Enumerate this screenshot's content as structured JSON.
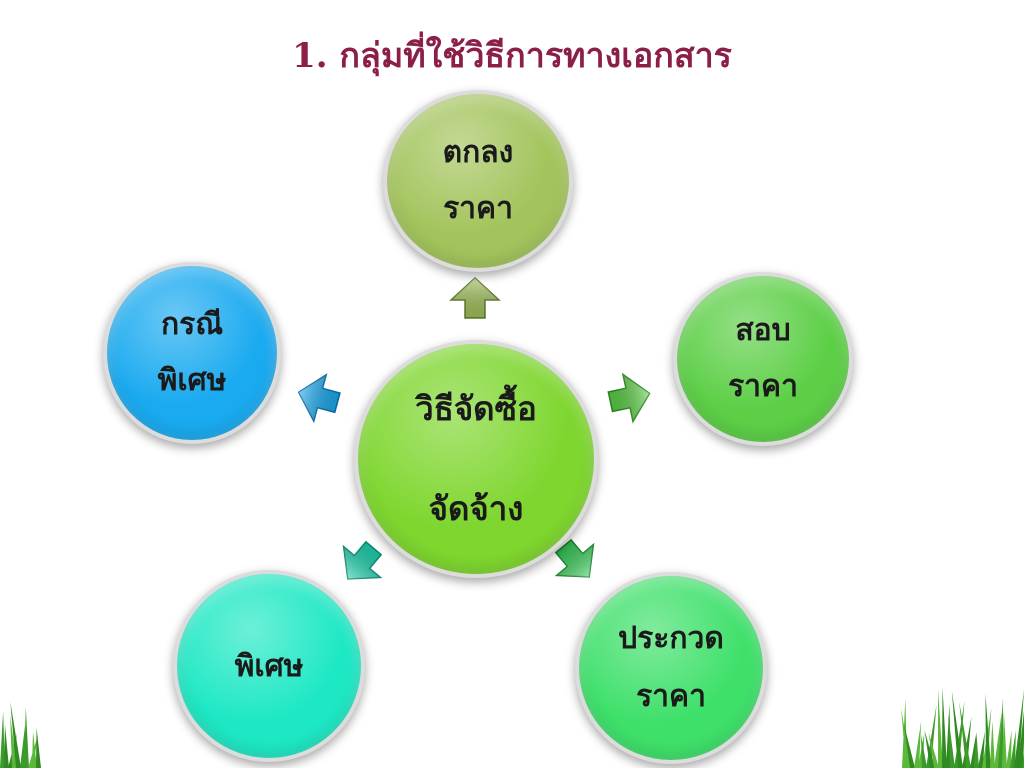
{
  "title": "1. กลุ่มที่ใช้วิธีการทางเอกสาร",
  "center": {
    "line1": "วิธีจัดซื้อ",
    "line2": "จัดจ้าง",
    "color": "#7ed62e"
  },
  "nodes": {
    "top": {
      "line1": "ตกลง",
      "line2": "ราคา",
      "color": "#a3c45c"
    },
    "left": {
      "line1": "กรณี",
      "line2": "พิเศษ",
      "color": "#1aaaf0"
    },
    "right": {
      "line1": "สอบ",
      "line2": "ราคา",
      "color": "#5ccf46"
    },
    "bottom_left": {
      "line1": "พิเศษ",
      "color": "#1ee8c4"
    },
    "bottom_right": {
      "line1": "ประกวด",
      "line2": "ราคา",
      "color": "#3ee06a"
    }
  },
  "arrow_colors": {
    "top": "#a3c45c",
    "left": "#1aaaf0",
    "right": "#5ccf46",
    "bottom_left": "#1ed3b0",
    "bottom_right": "#3ad05c"
  },
  "grass_color": "#3a9b2a"
}
